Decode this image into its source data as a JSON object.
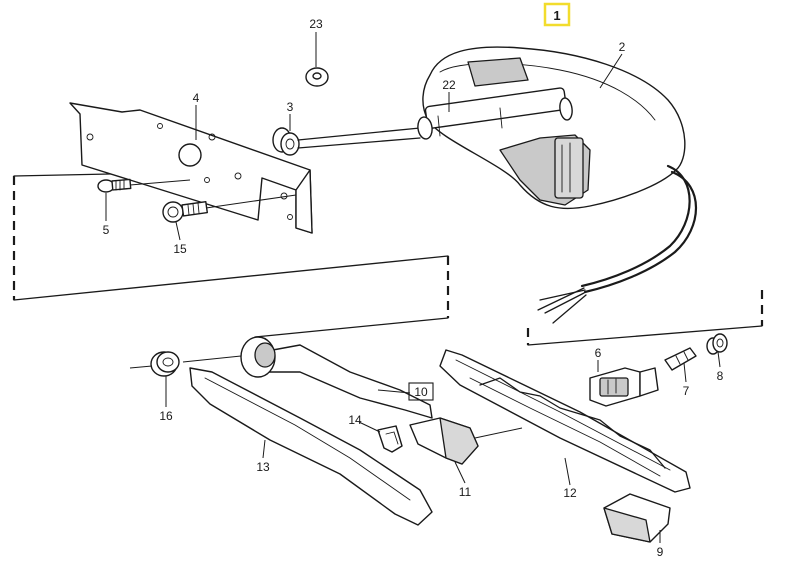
{
  "labels": {
    "p1": "1",
    "p2": "2",
    "p3": "3",
    "p4": "4",
    "p5": "5",
    "p6": "6",
    "p7": "7",
    "p8": "8",
    "p9": "9",
    "p10": "10",
    "p11": "11",
    "p12": "12",
    "p13": "13",
    "p14": "14",
    "p15": "15",
    "p16": "16",
    "p22": "22",
    "p23": "23"
  },
  "colors": {
    "highlight_box": "#f2dc2c",
    "line": "#1a1a1a",
    "shading": "#c9c9c9"
  }
}
